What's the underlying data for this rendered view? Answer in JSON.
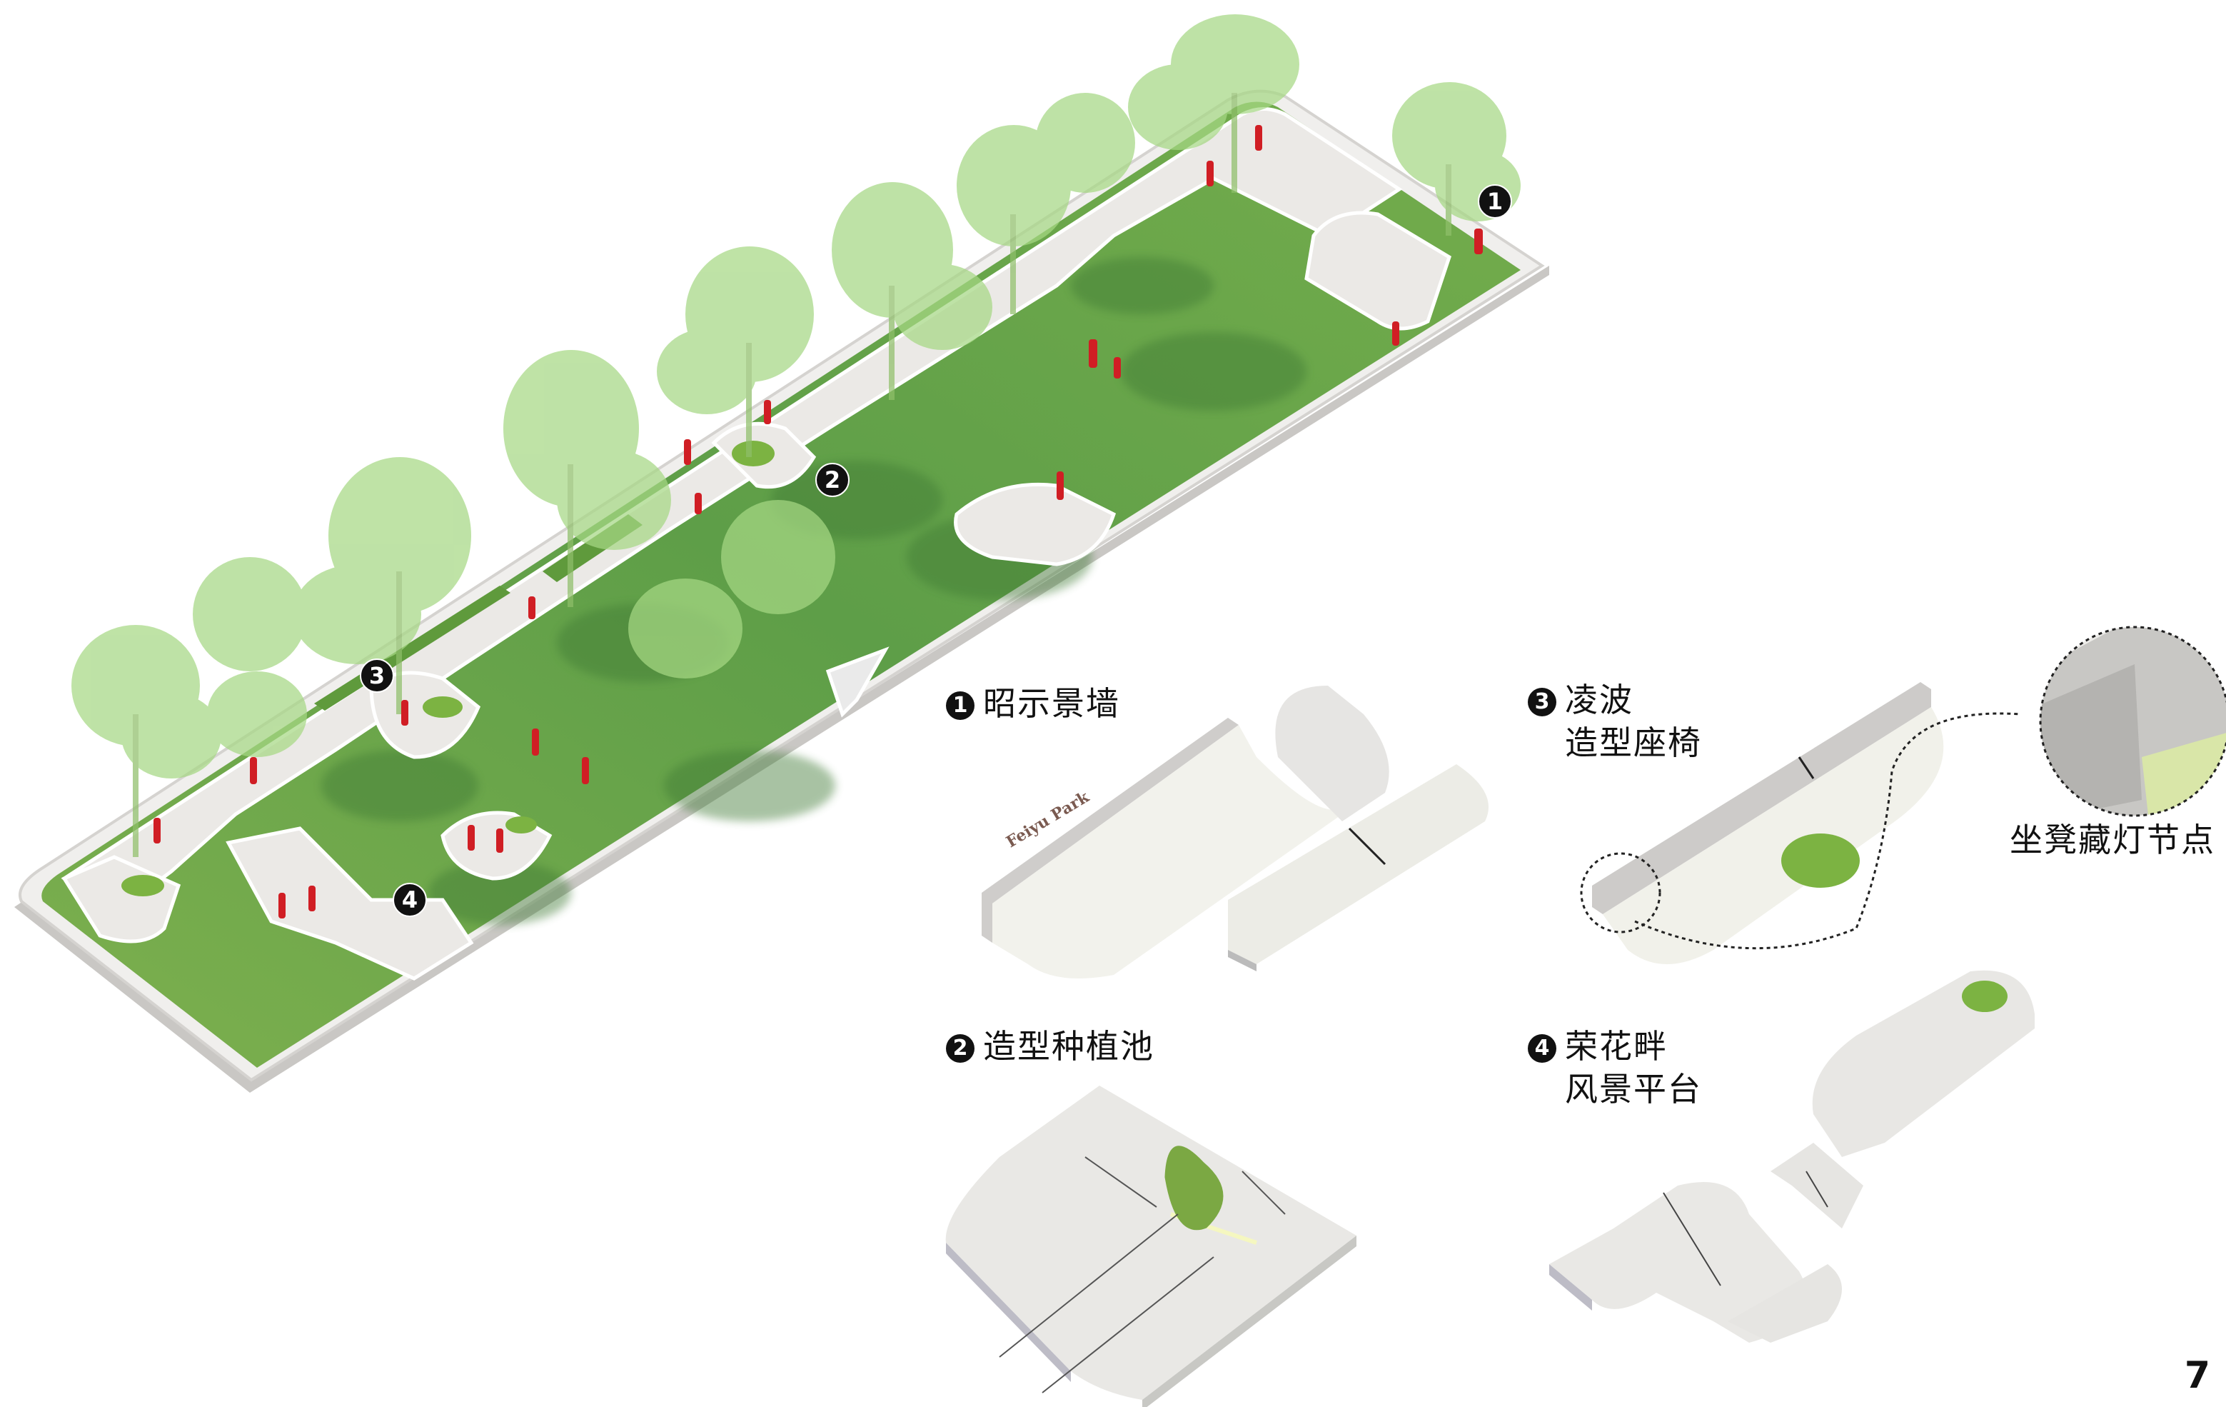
{
  "colors": {
    "lawn": "#6faa45",
    "lawn_dark": "#4e8a3a",
    "tree": "#9fd37a",
    "paving": "#e8e6e3",
    "figure": "#d01e24",
    "planter": "#7cb342"
  },
  "markers": [
    {
      "n": "1"
    },
    {
      "n": "2"
    },
    {
      "n": "3"
    },
    {
      "n": "4"
    }
  ],
  "details": [
    {
      "n": "1",
      "title": "昭示景墙",
      "sign_text": "Feiyu Park"
    },
    {
      "n": "3",
      "title": "凌波",
      "subtitle": "造型座椅",
      "callout": "坐凳藏灯节点"
    },
    {
      "n": "2",
      "title": "造型种植池"
    },
    {
      "n": "4",
      "title": "荣花畔",
      "subtitle": "风景平台"
    }
  ],
  "page_number": "7"
}
